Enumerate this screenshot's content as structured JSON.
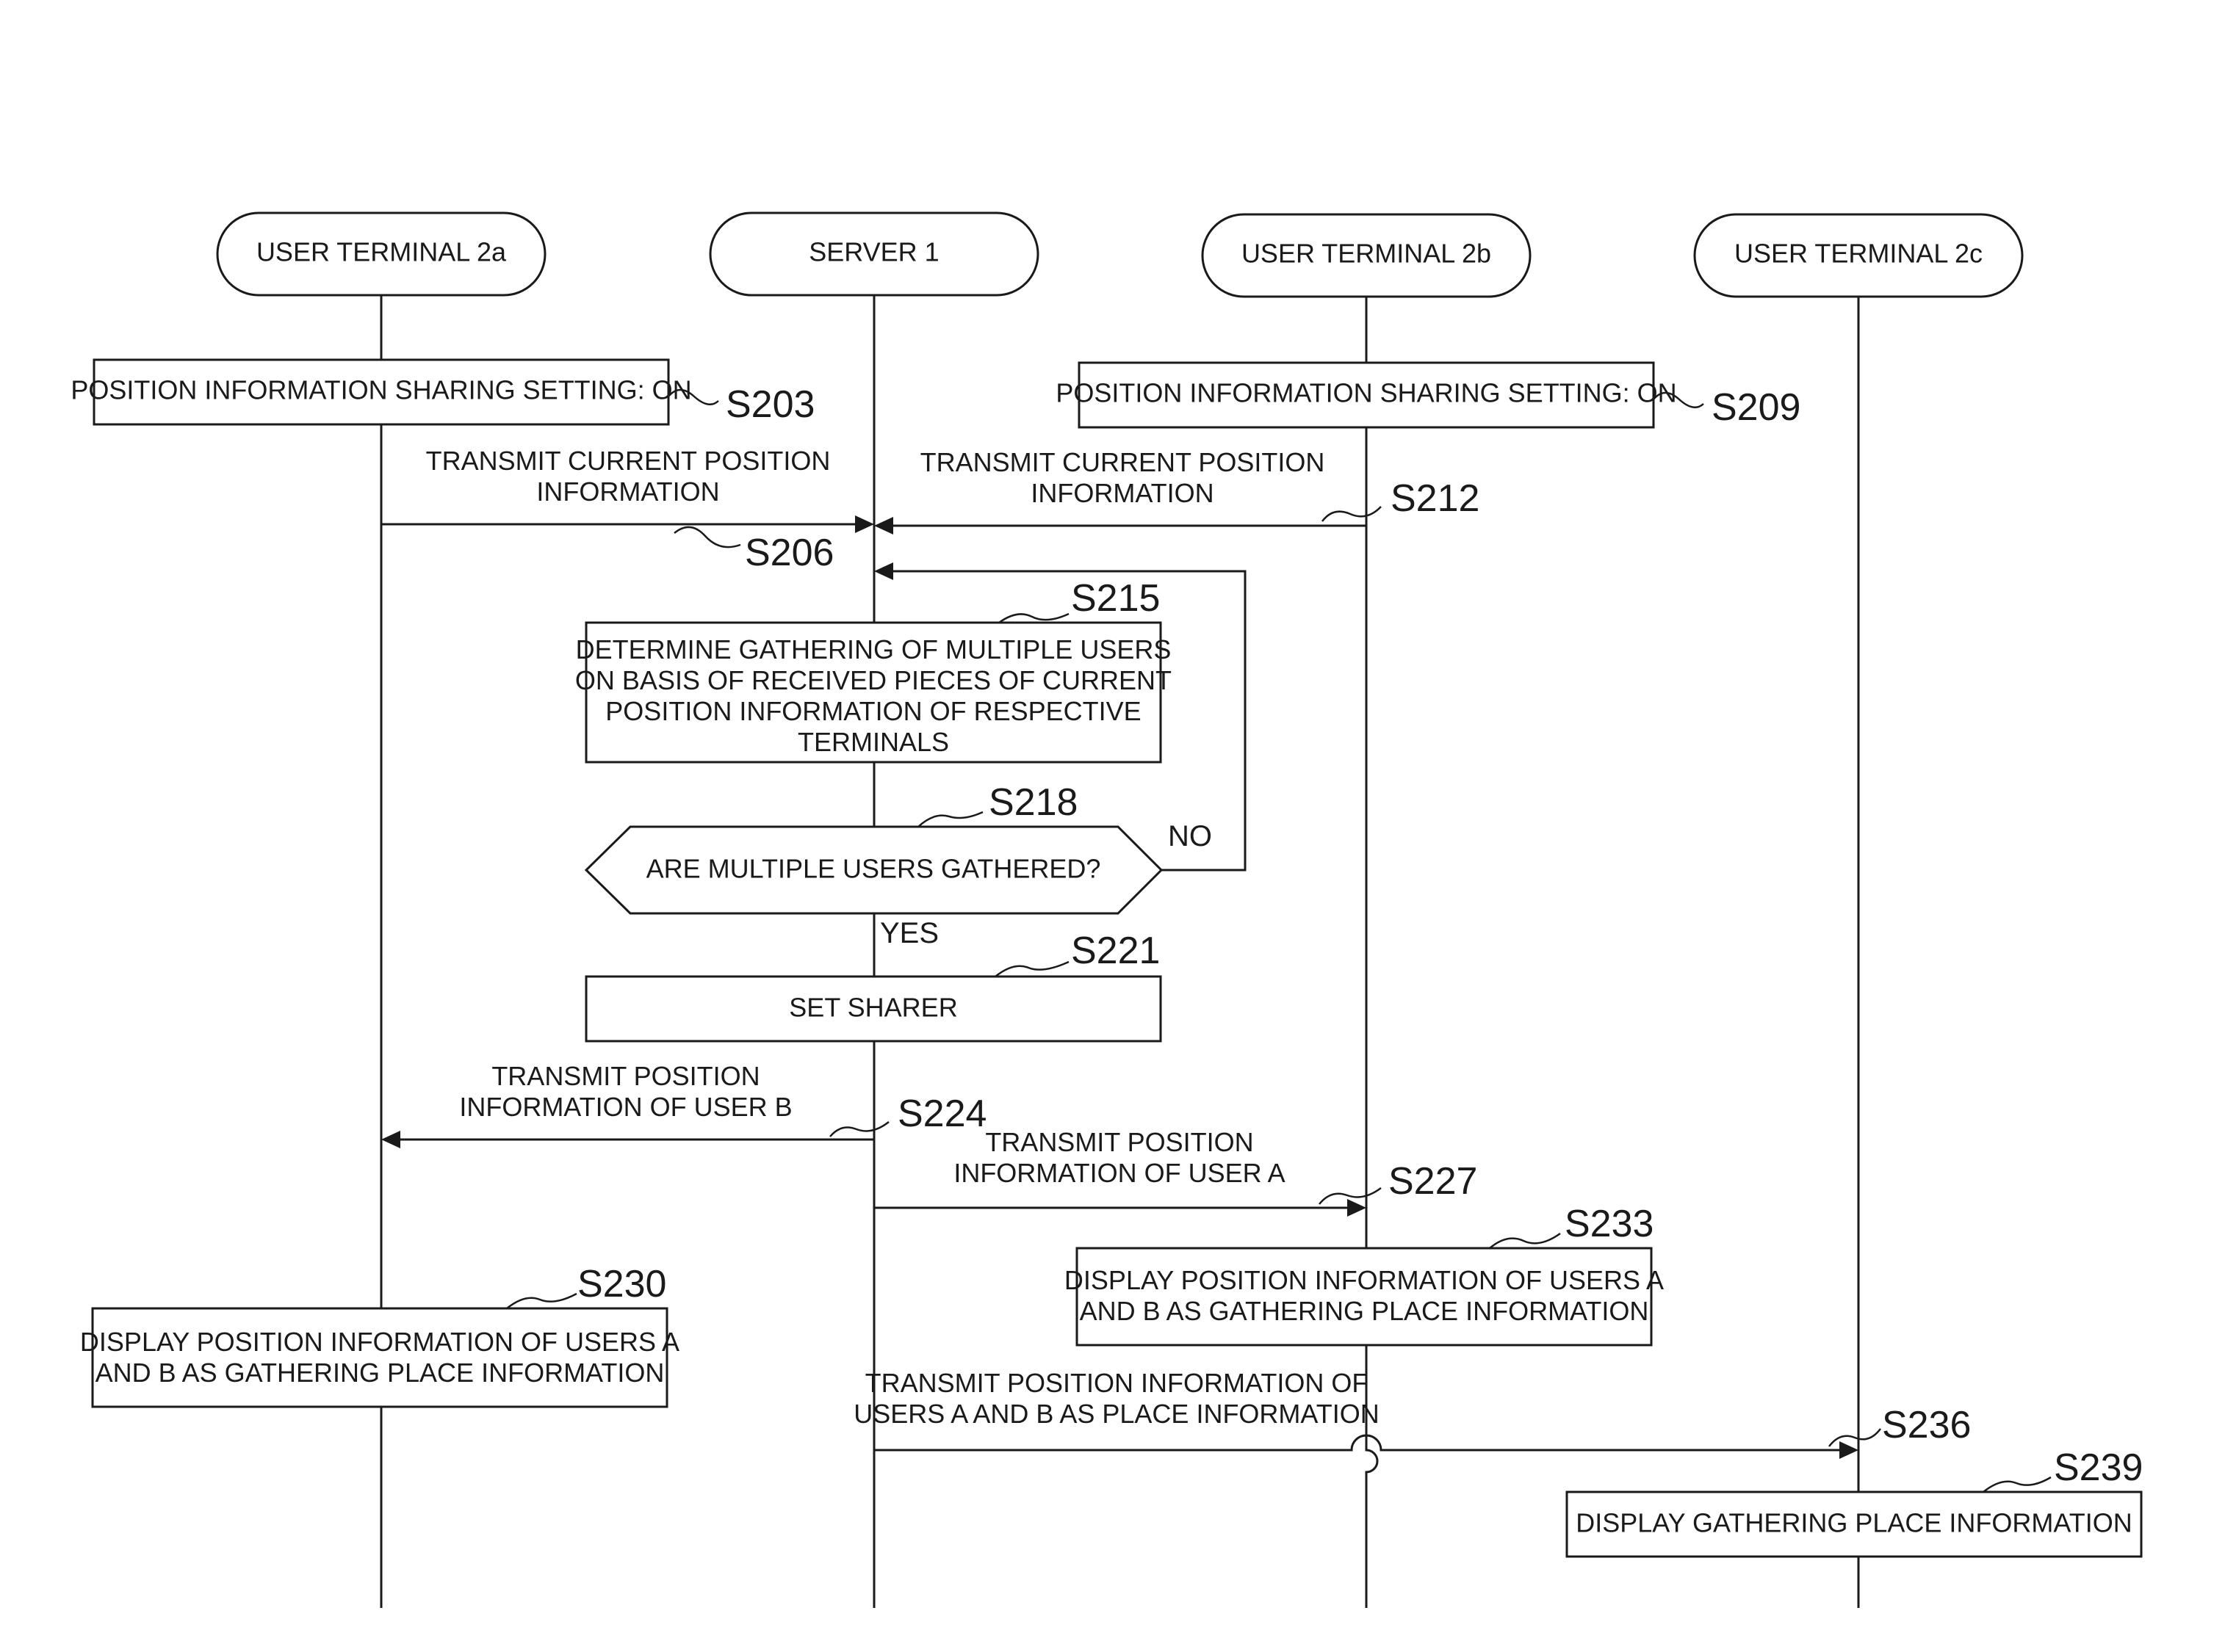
{
  "lanes": [
    {
      "key": "ta",
      "label": "USER TERMINAL 2a"
    },
    {
      "key": "srv",
      "label": "SERVER 1"
    },
    {
      "key": "tb",
      "label": "USER TERMINAL 2b"
    },
    {
      "key": "tc",
      "label": "USER TERMINAL 2c"
    }
  ],
  "boxes": {
    "s203": "POSITION INFORMATION SHARING SETTING: ON",
    "s209": "POSITION INFORMATION SHARING SETTING: ON",
    "s215": [
      "DETERMINE GATHERING OF MULTIPLE USERS",
      "ON BASIS OF RECEIVED PIECES OF CURRENT",
      "POSITION INFORMATION OF RESPECTIVE",
      "TERMINALS"
    ],
    "s218": "ARE MULTIPLE USERS GATHERED?",
    "s221": "SET SHARER",
    "s230": [
      "DISPLAY POSITION INFORMATION OF USERS A",
      "AND B AS GATHERING PLACE INFORMATION"
    ],
    "s233": [
      "DISPLAY POSITION INFORMATION OF USERS A",
      "AND B AS GATHERING PLACE INFORMATION"
    ],
    "s239": "DISPLAY GATHERING PLACE INFORMATION"
  },
  "messages": {
    "s206": [
      "TRANSMIT CURRENT POSITION",
      "INFORMATION"
    ],
    "s212": [
      "TRANSMIT CURRENT POSITION",
      "INFORMATION"
    ],
    "s224": [
      "TRANSMIT POSITION",
      "INFORMATION OF USER B"
    ],
    "s227": [
      "TRANSMIT POSITION",
      "INFORMATION OF USER A"
    ],
    "s236": [
      "TRANSMIT POSITION INFORMATION OF",
      "USERS A AND B AS PLACE INFORMATION"
    ]
  },
  "branches": {
    "yes": "YES",
    "no": "NO"
  },
  "steps": {
    "s203": "S203",
    "s206": "S206",
    "s209": "S209",
    "s212": "S212",
    "s215": "S215",
    "s218": "S218",
    "s221": "S221",
    "s224": "S224",
    "s227": "S227",
    "s230": "S230",
    "s233": "S233",
    "s236": "S236",
    "s239": "S239"
  }
}
